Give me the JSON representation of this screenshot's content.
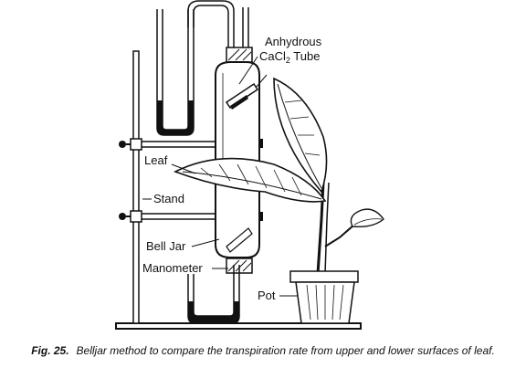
{
  "labels": {
    "cacl2_line1": "Anhydrous",
    "cacl2_line2_prefix": "CaCl",
    "cacl2_sub": "2",
    "cacl2_line2_suffix": " Tube",
    "leaf": "Leaf",
    "stand": "Stand",
    "bell_jar": "Bell Jar",
    "manometer": "Manometer",
    "pot": "Pot"
  },
  "caption": {
    "fig_number": "Fig. 25.",
    "text": "Belljar method to compare the transpiration rate from upper and lower surfaces of leaf."
  },
  "colors": {
    "ink": "#111111",
    "liquid": "#111111",
    "background": "#ffffff"
  }
}
